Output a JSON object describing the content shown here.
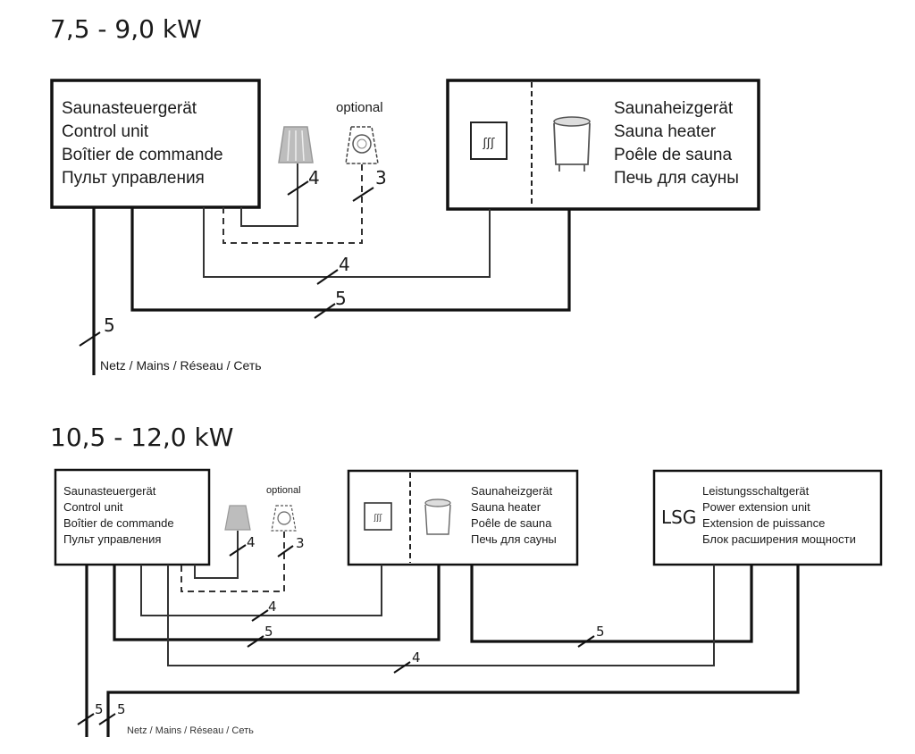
{
  "diagram_1": {
    "title": "7,5 - 9,0 kW",
    "control_unit": {
      "lines": [
        "Saunasteuergerät",
        "Control unit",
        "Boîtier de commande",
        "Пульт управления"
      ]
    },
    "optional_label": "optional",
    "sensor_wire_count": "4",
    "optional_wire_count": "3",
    "heater": {
      "icon": "heater-control-icon",
      "stove_icon": "sauna-stove-icon",
      "lines": [
        "Saunaheizgerät",
        "Sauna heater",
        "Poêle de sauna",
        "Печь для сауны"
      ]
    },
    "wire_control_to_heater": "4",
    "wire_power_to_heater": "5",
    "mains_wire_count": "5",
    "mains_label": "Netz / Mains / Réseau / Сеть"
  },
  "diagram_2": {
    "title": "10,5 - 12,0 kW",
    "control_unit": {
      "lines": [
        "Saunasteuergerät",
        "Control unit",
        "Boîtier de commande",
        "Пульт управления"
      ]
    },
    "optional_label": "optional",
    "sensor_wire_count": "4",
    "optional_wire_count": "3",
    "heater": {
      "lines": [
        "Saunaheizgerät",
        "Sauna heater",
        "Poêle de sauna",
        "Печь для сауны"
      ]
    },
    "lsg": {
      "abbr": "LSG",
      "lines": [
        "Leistungsschaltgerät",
        "Power extension unit",
        "Extension de puissance",
        "Блок расширения мощности"
      ]
    },
    "wire_control_to_heater_signal": "4",
    "wire_control_to_heater_power": "5",
    "wire_lsg_to_heater": "5",
    "wire_control_to_lsg": "4",
    "mains_wire_count_a": "5",
    "mains_wire_count_b": "5",
    "mains_label": "Netz / Mains / Réseau / Сеть"
  }
}
